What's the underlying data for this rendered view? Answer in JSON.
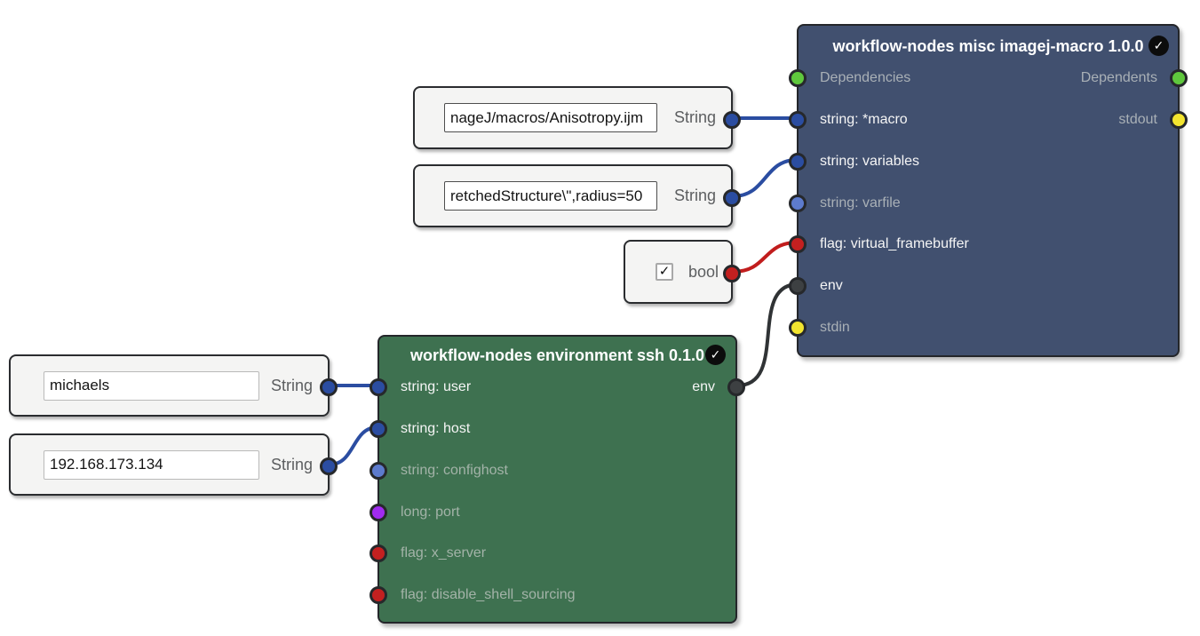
{
  "glyphs": {
    "check": "✓"
  },
  "colors": {
    "node_blue": "#41506f",
    "node_green": "#3e7150",
    "port_green": "#5fc83d",
    "port_yellow": "#f3e52f",
    "port_red": "#c32020",
    "port_blue_connected": "#2b4da1",
    "port_blue_optional": "#5d7bcd",
    "port_dark": "#3d4042",
    "port_purple": "#a02bf0",
    "edge_blue": "#2b4da1",
    "edge_red": "#c11d1d",
    "edge_dark": "#303335"
  },
  "nodes": {
    "imagej": {
      "title": "workflow-nodes misc imagej-macro 1.0.0",
      "left_ports": [
        {
          "label": "Dependencies",
          "color": "#5fc83d",
          "muted": true
        },
        {
          "label": "string: *macro",
          "color": "#2b4da1",
          "muted": false
        },
        {
          "label": "string: variables",
          "color": "#2b4da1",
          "muted": false
        },
        {
          "label": "string: varfile",
          "color": "#5d7bcd",
          "muted": true
        },
        {
          "label": "flag: virtual_framebuffer",
          "color": "#c32020",
          "muted": false
        },
        {
          "label": "env",
          "color": "#3d4042",
          "muted": false
        },
        {
          "label": "stdin",
          "color": "#f3e52f",
          "muted": true
        }
      ],
      "right_ports": [
        {
          "label": "Dependents",
          "color": "#5fc83d",
          "muted": true
        },
        {
          "label": "stdout",
          "color": "#f3e52f",
          "muted": true
        }
      ]
    },
    "ssh": {
      "title": "workflow-nodes environment ssh 0.1.0",
      "left_ports": [
        {
          "label": "string: user",
          "color": "#2b4da1",
          "muted": false
        },
        {
          "label": "string: host",
          "color": "#2b4da1",
          "muted": false
        },
        {
          "label": "string: confighost",
          "color": "#5d7bcd",
          "muted": true
        },
        {
          "label": "long: port",
          "color": "#a02bf0",
          "muted": true
        },
        {
          "label": "flag: x_server",
          "color": "#c32020",
          "muted": true
        },
        {
          "label": "flag: disable_shell_sourcing",
          "color": "#c32020",
          "muted": true
        }
      ],
      "right_ports": [
        {
          "label": "env",
          "color": "#3d4042",
          "muted": false
        }
      ]
    }
  },
  "widgets": {
    "macro": {
      "value": "nageJ/macros/Anisotropy.ijm",
      "label": "String",
      "port_color": "#2b4da1"
    },
    "variables": {
      "value": "retchedStructure\\\",radius=50",
      "label": "String",
      "port_color": "#2b4da1"
    },
    "framebuffer": {
      "label": "bool",
      "checked": true,
      "port_color": "#c32020"
    },
    "user": {
      "value": "michaels",
      "label": "String",
      "port_color": "#2b4da1"
    },
    "host": {
      "value": "192.168.173.134",
      "label": "String",
      "port_color": "#2b4da1"
    }
  },
  "edges": [
    {
      "from": "widget-macro",
      "to": "imagej.string: *macro",
      "color": "#2b4da1"
    },
    {
      "from": "widget-variables",
      "to": "imagej.string: variables",
      "color": "#2b4da1"
    },
    {
      "from": "widget-framebuffer",
      "to": "imagej.flag: virtual_framebuffer",
      "color": "#c11d1d"
    },
    {
      "from": "ssh.env",
      "to": "imagej.env",
      "color": "#303335"
    },
    {
      "from": "widget-user",
      "to": "ssh.string: user",
      "color": "#2b4da1"
    },
    {
      "from": "widget-host",
      "to": "ssh.string: host",
      "color": "#2b4da1"
    }
  ]
}
